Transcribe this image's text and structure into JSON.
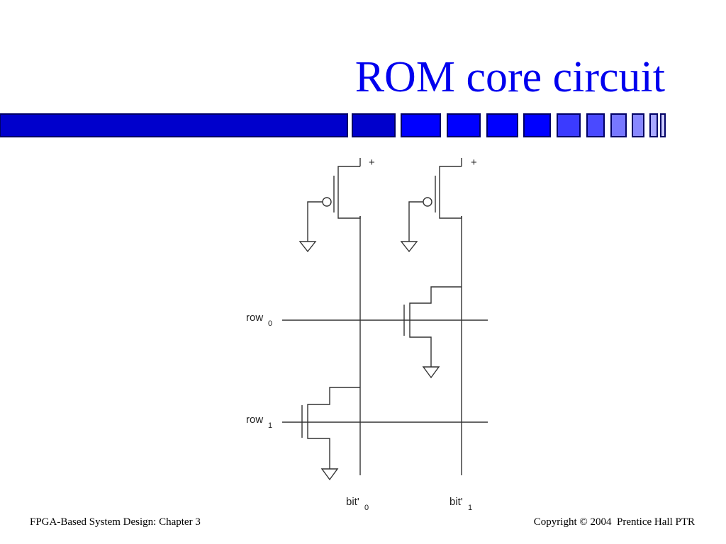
{
  "slide": {
    "title": "ROM core circuit"
  },
  "diagram": {
    "supply_label": "+",
    "rows": [
      {
        "name": "row",
        "index": "0"
      },
      {
        "name": "row",
        "index": "1"
      }
    ],
    "bits": [
      {
        "name": "bit'",
        "index": "0"
      },
      {
        "name": "bit'",
        "index": "1"
      }
    ]
  },
  "footer": {
    "left": "FPGA-Based System Design: Chapter 3",
    "right": "Copyright © 2004  Prentice Hall PTR"
  },
  "colors": {
    "title": "#0000ee",
    "bar_dark": "#0000cc",
    "bar_mid": "#0000ff",
    "bar_light": "#4a4aff"
  }
}
